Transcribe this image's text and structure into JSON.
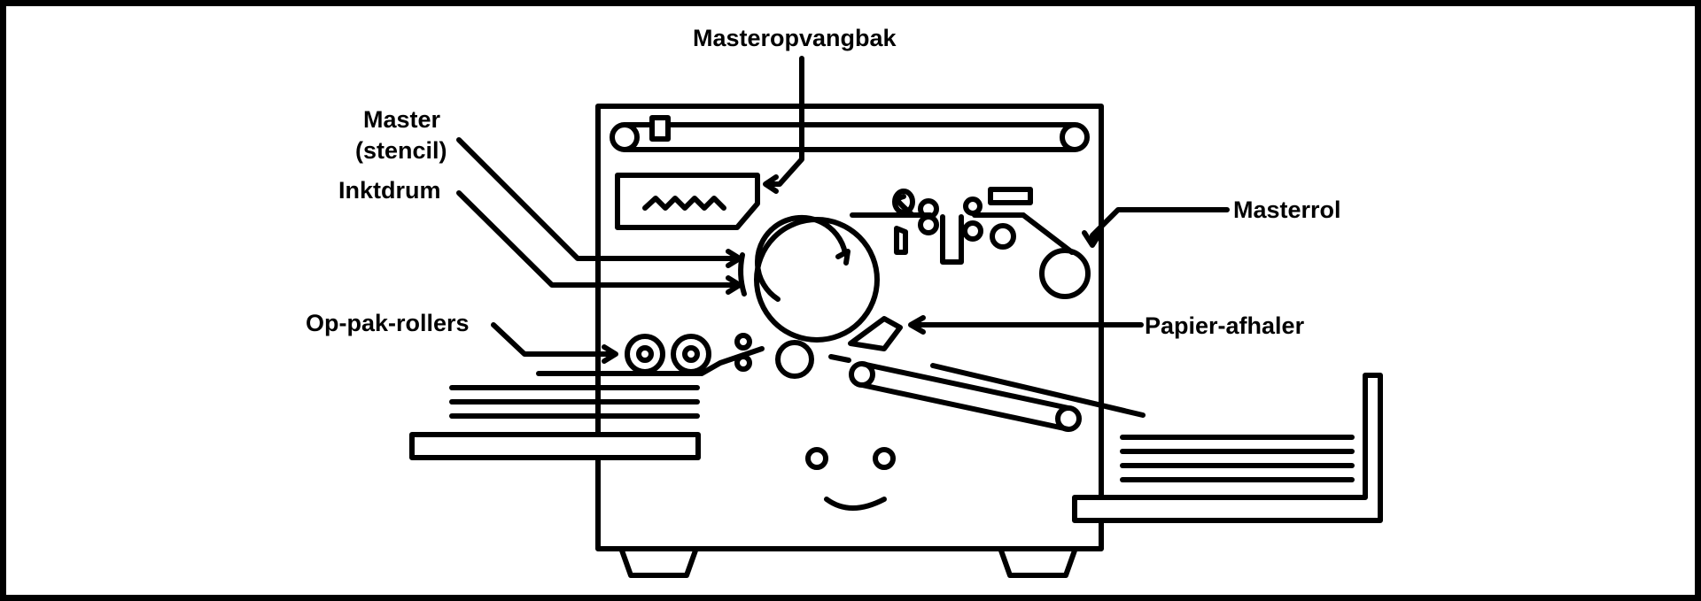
{
  "labels": {
    "masteropvangbak": "Masteropvangbak",
    "master_line1": "Master",
    "master_line2": "(stencil)",
    "inktdrum": "Inktdrum",
    "masterrol": "Masterrol",
    "op_pak_rollers": "Op-pak-rollers",
    "papier_afhaler": "Papier-afhaler"
  },
  "colors": {
    "line": "#000000",
    "background": "#ffffff"
  }
}
